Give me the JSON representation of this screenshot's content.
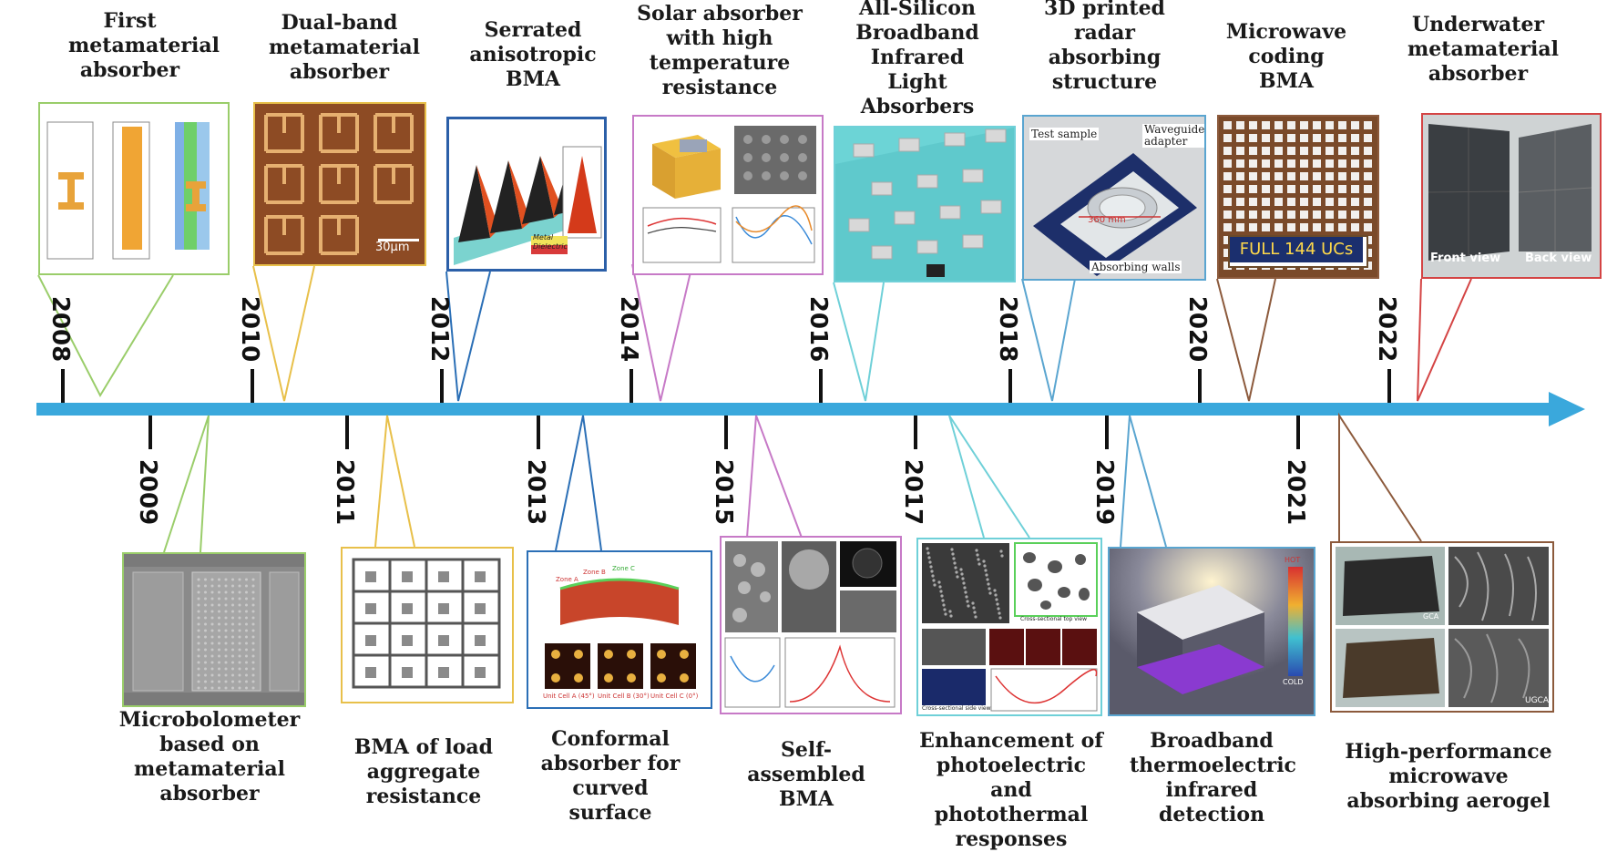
{
  "top_titles": {
    "t2008": "First metamaterial absorber",
    "t2010": "Dual-band metamaterial absorber",
    "t2012": "Serrated anisotropic BMA",
    "t2014": "Solar absorber with high temperature resistance",
    "t2016": "All-Silicon Broadband Infrared Light Absorbers",
    "t2018": "3D printed radar absorbing structure",
    "t2020": "Microwave coding BMA",
    "t2022": "Underwater metamaterial absorber"
  },
  "bottom_titles": {
    "t2009": "Microbolometer based on metamaterial absorber",
    "t2011": "BMA of load aggregate resistance",
    "t2013": "Conformal absorber for curved surface",
    "t2015": "Self-assembled BMA",
    "t2017": "Enhancement of photoelectric and photothermal responses",
    "t2019": "Broadband thermoelectric infrared detection",
    "t2021": "High-performance microwave absorbing aerogel"
  },
  "years": {
    "y2008": "2008",
    "y2009": "2009",
    "y2010": "2010",
    "y2011": "2011",
    "y2012": "2012",
    "y2013": "2013",
    "y2014": "2014",
    "y2015": "2015",
    "y2016": "2016",
    "y2017": "2017",
    "y2018": "2018",
    "y2019": "2019",
    "y2020": "2020",
    "y2021": "2021",
    "y2022": "2022"
  },
  "inner_labels": {
    "scale_30um": "30μm",
    "test_sample": "Test sample",
    "waveguide_adapter": "Waveguide adapter",
    "absorbing_walls": "Absorbing walls",
    "dim_360mm": "360 mm",
    "full_144": "FULL 144 UCs",
    "front_view": "Front view",
    "back_view": "Back view",
    "metal": "Metal",
    "dielectric": "Dielectric",
    "unit_a": "Unit Cell A (45°)",
    "unit_b": "Unit Cell B (30°)",
    "unit_c": "Unit Cell C (0°)",
    "zone_b": "Zone B",
    "zone_c": "Zone C",
    "zone_a": "Zone A",
    "hot": "HOT",
    "cold": "COLD",
    "gca": "GCA",
    "ugca": "UGCA",
    "cross_top": "Cross-sectional top view",
    "cross_side": "Cross-sectional side view"
  },
  "colors": {
    "axis": "#3aa8dc",
    "green": "#9acd6a",
    "yellow": "#e8c04a",
    "blue": "#2b6fb6",
    "magenta": "#c77ac7",
    "cyan": "#6fd0d8",
    "skyblue": "#5aa5d0",
    "brown": "#8c5a3c",
    "red": "#d44444"
  }
}
